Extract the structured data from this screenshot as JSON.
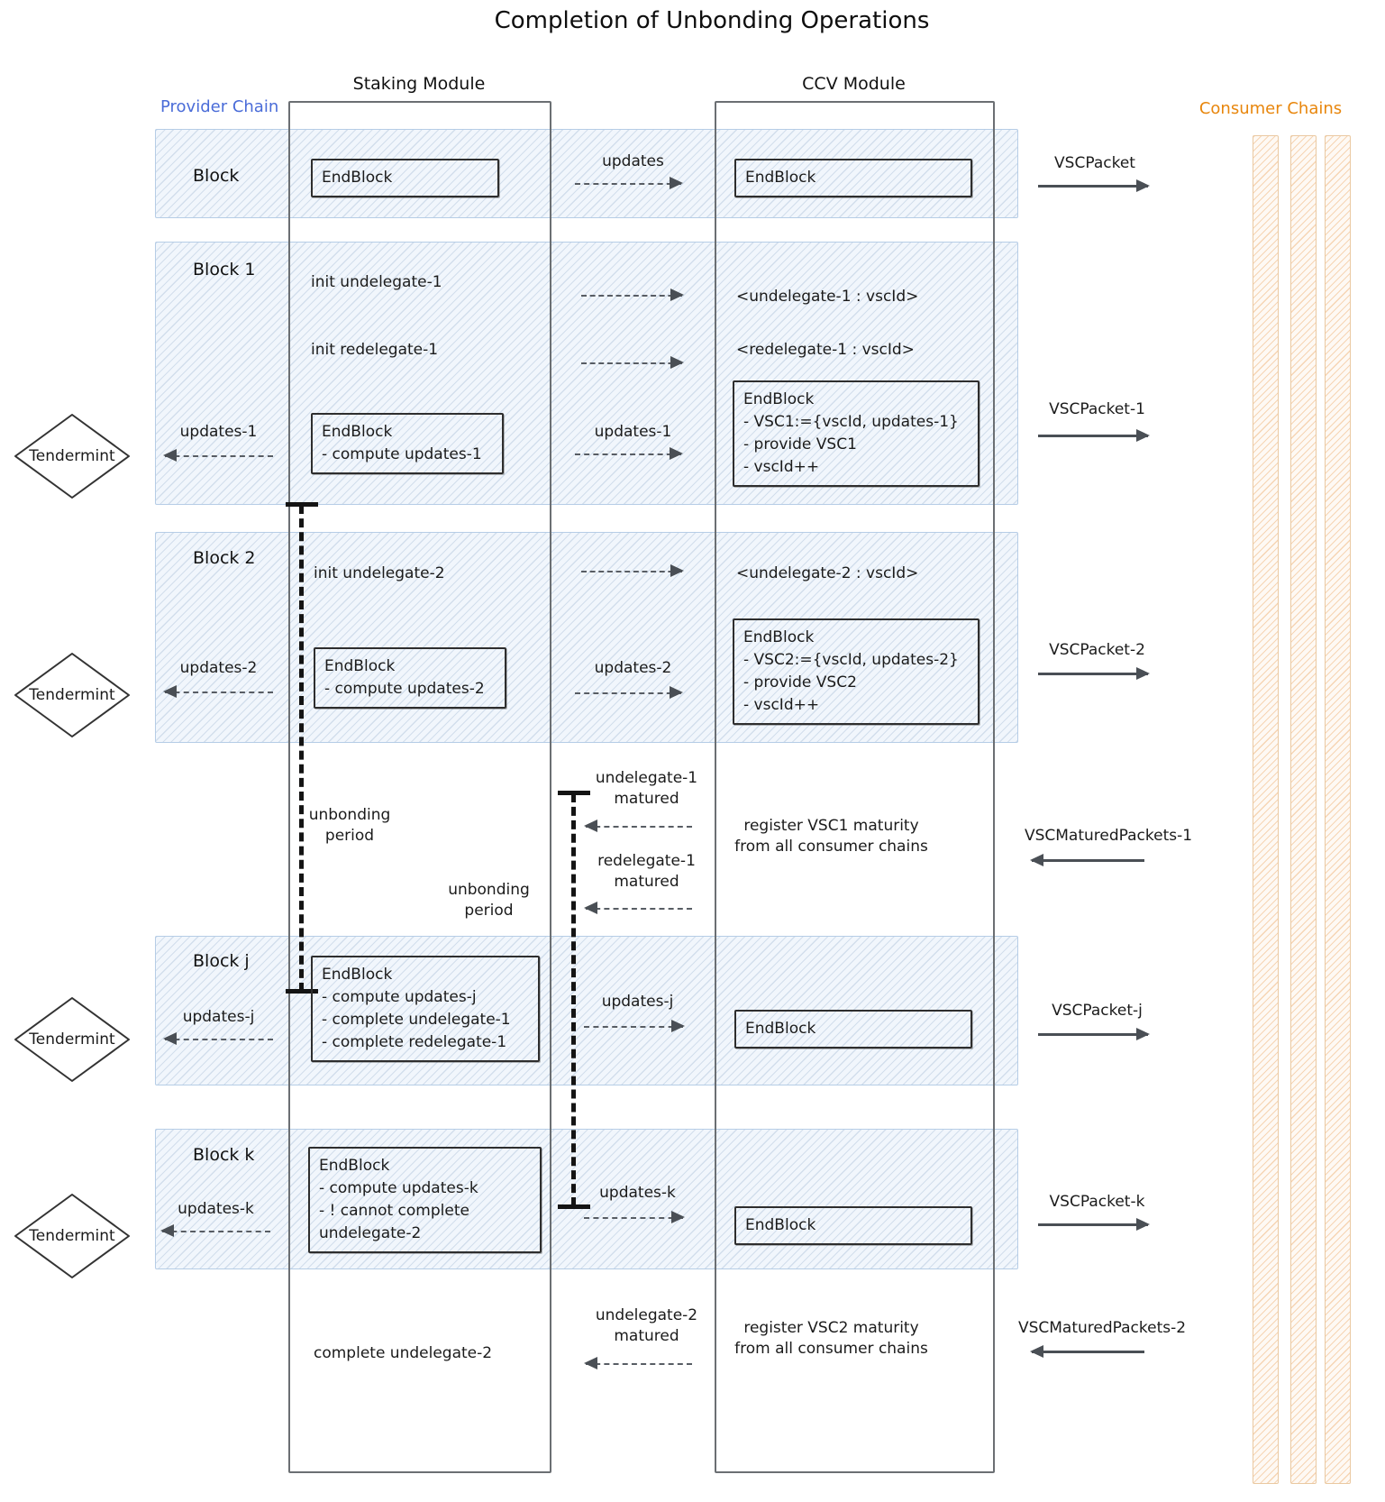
{
  "title": "Completion of Unbonding Operations",
  "headers": {
    "staking_module": "Staking Module",
    "ccv_module": "CCV Module",
    "provider_chain": "Provider Chain",
    "consumer_chains": "Consumer Chains"
  },
  "colors": {
    "provider_label": "#4a6cd8",
    "consumer_label": "#e8860c",
    "band_fill": "#e3edf8",
    "bar_fill": "#fbead8",
    "arrow": "#4a4f55",
    "timeline": "#141414"
  },
  "tendermint": {
    "label": "Tendermint"
  },
  "row0": {
    "block_label": "Block",
    "staking_endblock": "EndBlock",
    "updates_label": "updates",
    "ccv_endblock": "EndBlock",
    "packet_label": "VSCPacket"
  },
  "row1": {
    "block_label": "Block 1",
    "init_undelegate": "init undelegate-1",
    "init_redelegate": "init redelegate-1",
    "map_undelegate": "<undelegate-1 : vscId>",
    "map_redelegate": "<redelegate-1 : vscId>",
    "left_updates": "updates-1",
    "mid_updates": "updates-1",
    "staking_endblock": [
      "EndBlock",
      "- compute updates-1"
    ],
    "ccv_endblock": [
      "EndBlock",
      "- VSC1:={vscId, updates-1}",
      "- provide VSC1",
      "- vscId++"
    ],
    "packet_label": "VSCPacket-1"
  },
  "row2": {
    "block_label": "Block 2",
    "init_undelegate": "init undelegate-2",
    "map_undelegate": "<undelegate-2 : vscId>",
    "left_updates": "updates-2",
    "mid_updates": "updates-2",
    "staking_endblock": [
      "EndBlock",
      "- compute updates-2"
    ],
    "ccv_endblock": [
      "EndBlock",
      "- VSC2:={vscId, updates-2}",
      "- provide VSC2",
      "- vscId++"
    ],
    "packet_label": "VSCPacket-2"
  },
  "interlude1": {
    "undelegate_matured": [
      "undelegate-1",
      "matured"
    ],
    "redelegate_matured": [
      "redelegate-1",
      "matured"
    ],
    "register": [
      "register VSC1 maturity",
      "from all consumer chains"
    ],
    "matured_packets": "VSCMaturedPackets-1"
  },
  "unbonding": {
    "label1": [
      "unbonding",
      "period"
    ],
    "label2": [
      "unbonding",
      "period"
    ]
  },
  "rowj": {
    "block_label": "Block j",
    "left_updates": "updates-j",
    "mid_updates": "updates-j",
    "staking_endblock": [
      "EndBlock",
      "- compute updates-j",
      "- complete undelegate-1",
      "- complete redelegate-1"
    ],
    "ccv_endblock": "EndBlock",
    "packet_label": "VSCPacket-j"
  },
  "rowk": {
    "block_label": "Block k",
    "left_updates": "updates-k",
    "mid_updates": "updates-k",
    "staking_endblock": [
      "EndBlock",
      "- compute updates-k",
      "- ! cannot complete",
      "undelegate-2"
    ],
    "ccv_endblock": "EndBlock",
    "packet_label": "VSCPacket-k"
  },
  "final": {
    "complete_undelegate": "complete undelegate-2",
    "undelegate_matured": [
      "undelegate-2",
      "matured"
    ],
    "register": [
      "register VSC2 maturity",
      "from all consumer chains"
    ],
    "matured_packets": "VSCMaturedPackets-2"
  }
}
